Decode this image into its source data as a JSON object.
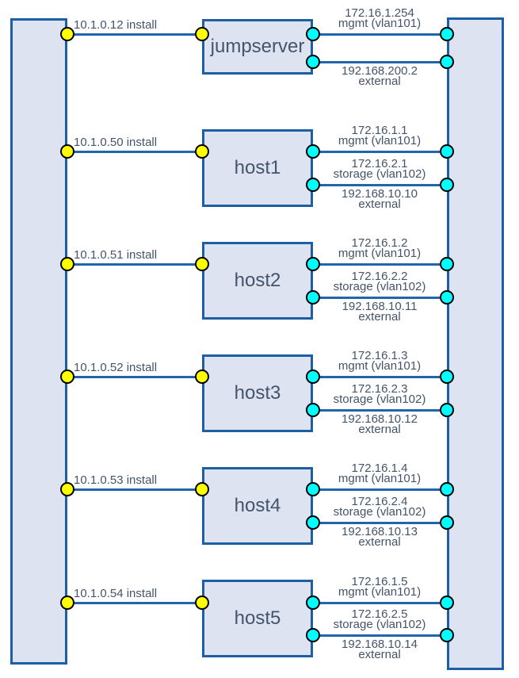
{
  "colors": {
    "connector_line": "#2166ac",
    "shape_border": "#1d5fa5",
    "shape_fill": "#dde3f0",
    "install_port": "#ffff00",
    "network_port": "#00ffff",
    "text": "#44546a"
  },
  "nodes": [
    {
      "name": "jumpserver",
      "install_label": "10.1.0.12 install",
      "mgmt_ip": "172.16.1.254",
      "mgmt_label": "mgmt (vlan101)",
      "external_ip": "192.168.200.2",
      "external_label": "external"
    },
    {
      "name": "host1",
      "install_label": "10.1.0.50 install",
      "mgmt_ip": "172.16.1.1",
      "mgmt_label": "mgmt (vlan101)",
      "storage_ip": "172.16.2.1",
      "storage_label": "storage (vlan102)",
      "external_ip": "192.168.10.10",
      "external_label": "external"
    },
    {
      "name": "host2",
      "install_label": "10.1.0.51 install",
      "mgmt_ip": "172.16.1.2",
      "mgmt_label": "mgmt (vlan101)",
      "storage_ip": "172.16.2.2",
      "storage_label": "storage (vlan102)",
      "external_ip": "192.168.10.11",
      "external_label": "external"
    },
    {
      "name": "host3",
      "install_label": "10.1.0.52 install",
      "mgmt_ip": "172.16.1.3",
      "mgmt_label": "mgmt (vlan101)",
      "storage_ip": "172.16.2.3",
      "storage_label": "storage (vlan102)",
      "external_ip": "192.168.10.12",
      "external_label": "external"
    },
    {
      "name": "host4",
      "install_label": "10.1.0.53 install",
      "mgmt_ip": "172.16.1.4",
      "mgmt_label": "mgmt (vlan101)",
      "storage_ip": "172.16.2.4",
      "storage_label": "storage (vlan102)",
      "external_ip": "192.168.10.13",
      "external_label": "external"
    },
    {
      "name": "host5",
      "install_label": "10.1.0.54 install",
      "mgmt_ip": "172.16.1.5",
      "mgmt_label": "mgmt (vlan101)",
      "storage_ip": "172.16.2.5",
      "storage_label": "storage (vlan102)",
      "external_ip": "192.168.10.14",
      "external_label": "external"
    }
  ]
}
